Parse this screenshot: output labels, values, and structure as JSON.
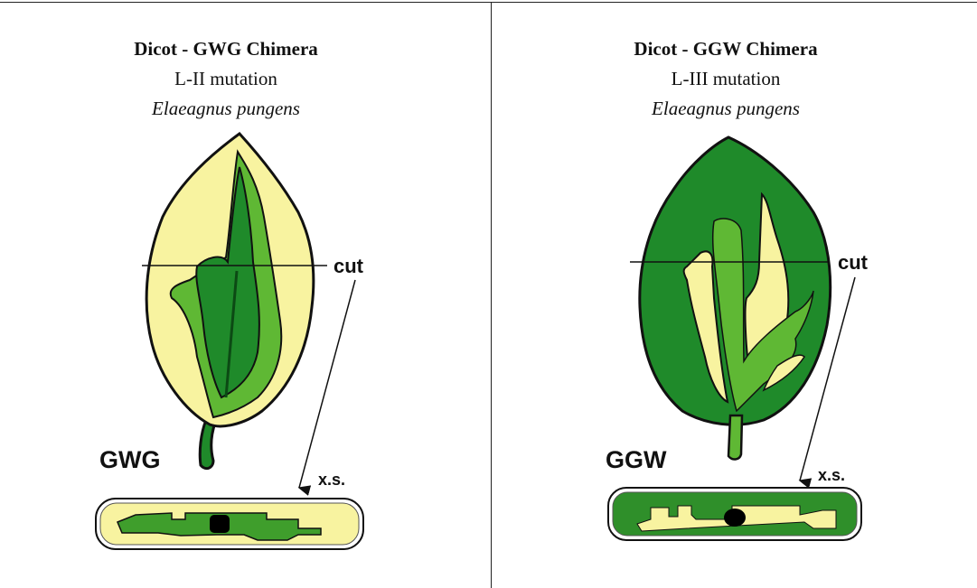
{
  "left_panel": {
    "title": "Dicot - GWG Chimera",
    "mutation": "L-II mutation",
    "species": "Elaeagnus pungens",
    "chimera_label": "GWG",
    "cut_label": "cut",
    "xs_label": "x.s."
  },
  "right_panel": {
    "title": "Dicot - GGW Chimera",
    "mutation": "L-III mutation",
    "species": "Elaeagnus pungens",
    "chimera_label": "GGW",
    "cut_label": "cut",
    "xs_label": "x.s."
  },
  "colors": {
    "dark_green": "#1f8a2a",
    "light_green": "#5fb834",
    "pale_yellow": "#f8f3a0",
    "outline": "#111111"
  }
}
